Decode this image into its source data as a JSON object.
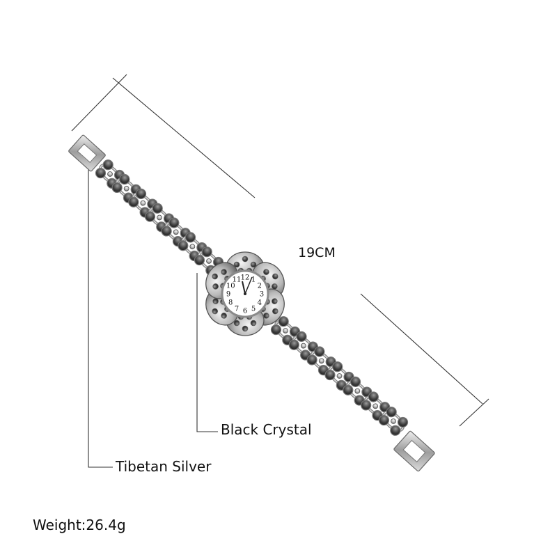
{
  "product": {
    "length_label": "19CM",
    "material_crystal": "Black Crystal",
    "material_metal": "Tibetan Silver",
    "weight": "Weight:26.4g"
  },
  "colors": {
    "background": "#ffffff",
    "text": "#111111",
    "line": "#333333",
    "silver_light": "#e6e6e6",
    "silver_mid": "#a9a9a9",
    "silver_dark": "#5a5a5a",
    "marcasite": "#3a3a3a",
    "dial": "#ffffff"
  },
  "dial": {
    "numerals": [
      "12",
      "1",
      "2",
      "3",
      "4",
      "5",
      "6",
      "7",
      "8",
      "9",
      "10",
      "11"
    ]
  }
}
